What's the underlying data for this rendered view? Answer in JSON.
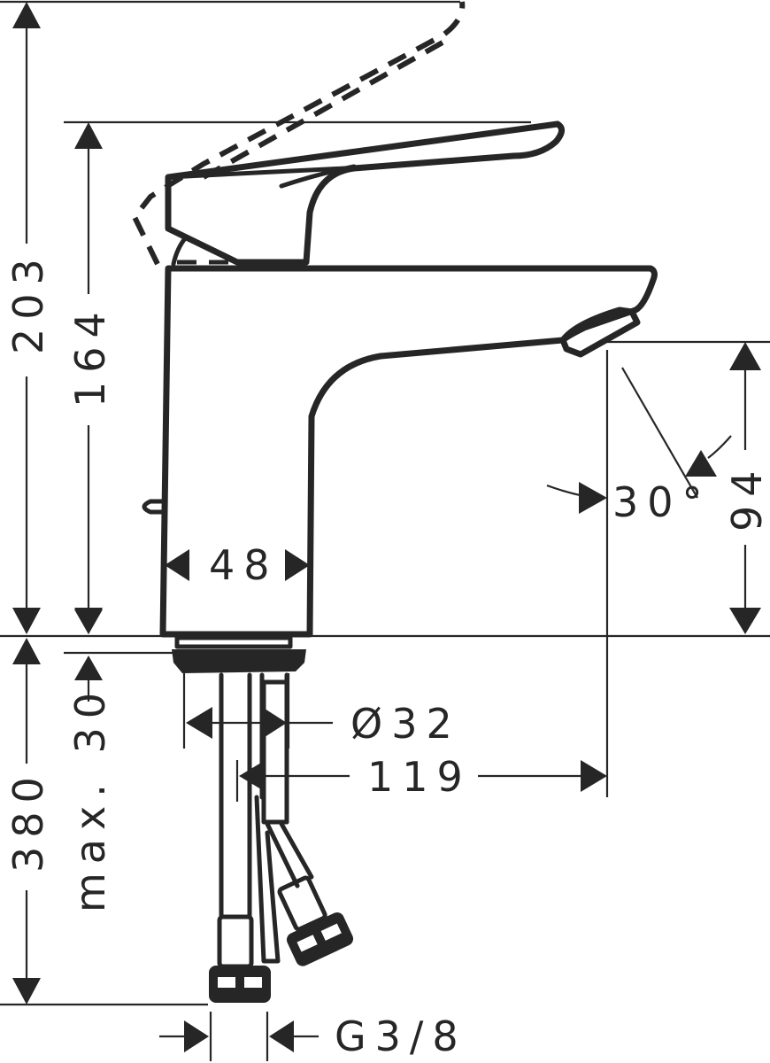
{
  "drawing": {
    "subject": "single-lever basin mixer tap, side elevation with dimensions",
    "colors": {
      "line": "#262626",
      "background": "#ffffff"
    },
    "dimensions": {
      "total_height": {
        "value": "203",
        "orientation": "vertical"
      },
      "lever_height": {
        "value": "164",
        "orientation": "vertical"
      },
      "spout_height": {
        "value": "94",
        "orientation": "vertical"
      },
      "body_width": {
        "value": "48",
        "orientation": "horizontal"
      },
      "spray_angle": {
        "value": "30°",
        "orientation": "angular"
      },
      "hole_diameter": {
        "value": "Ø32",
        "orientation": "horizontal"
      },
      "spout_reach": {
        "value": "119",
        "orientation": "horizontal"
      },
      "hose_length": {
        "value": "380",
        "orientation": "vertical"
      },
      "max_deck_thickness": {
        "value": "max. 30",
        "orientation": "vertical"
      },
      "connection_thread": {
        "value": "G3/8",
        "orientation": "horizontal"
      }
    }
  }
}
